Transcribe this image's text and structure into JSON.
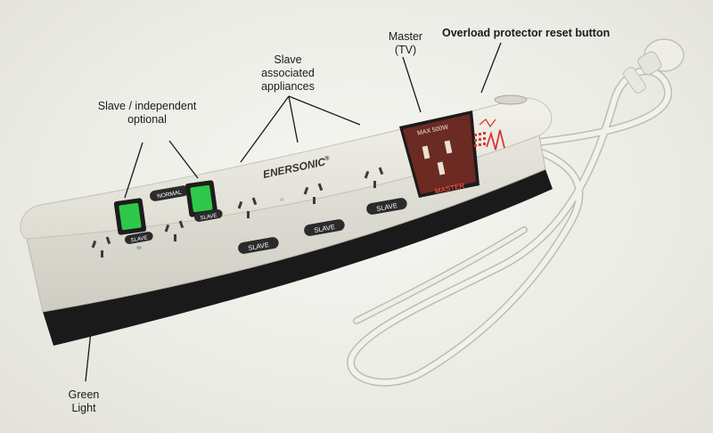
{
  "annotations": {
    "slave_independent": "Slave / independent\noptional",
    "slave_associated": "Slave\nassociated\nappliances",
    "master": "Master\n(TV)",
    "overload": "Overload protector reset button",
    "green_light": "Green\nLight"
  },
  "device": {
    "brand": "ENERSONIC",
    "brand_mark": "®",
    "normal_label": "NORMAL",
    "switch_label_1": "SLAVE",
    "switch_label_2": "SLAVE",
    "outlet_labels": [
      "SLAVE",
      "SLAVE",
      "SLAVE"
    ],
    "master_max": "MAX 500W",
    "master_name": "MASTER"
  },
  "colors": {
    "body": "#ecebe4",
    "body_dark": "#1a1a1a",
    "switch_green": "#2ec84a",
    "master_panel": "#6b2a22",
    "label_pill": "#2b2b2b"
  }
}
